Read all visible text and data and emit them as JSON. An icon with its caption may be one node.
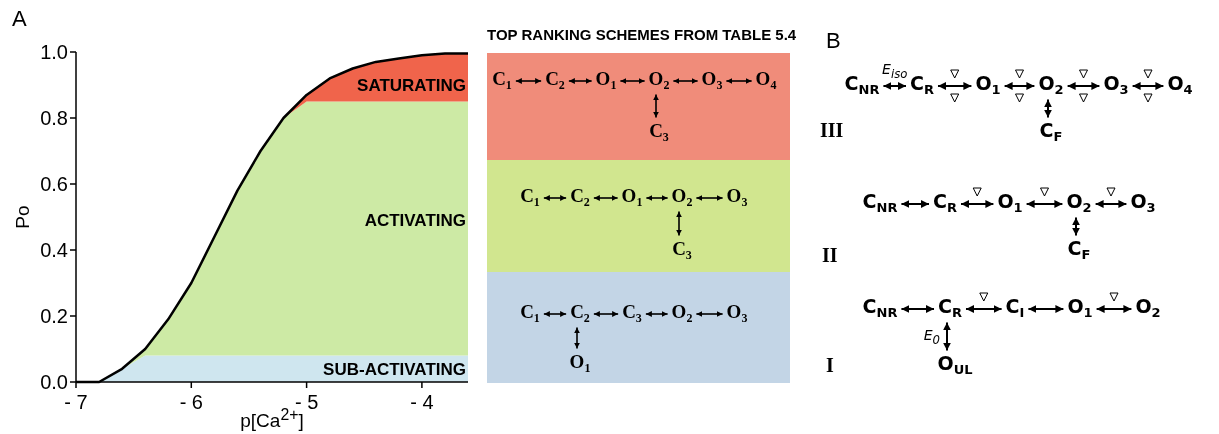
{
  "diagram": {
    "nodes": [
      {
        "text": [],
        "shape": "box"
      },
      {
        "text": [
          "C$_{1}$"
        ],
        "in": 0
      },
      {
        "text": [
          "C$_{2}$"
        ],
        "in": 0
      },
      {
        "text": [
          "O$_{1}$"
        ],
        "in": 0
      },
      {
        "text": [
          "O$_{2}$"
        ],
        "in": 0
      },
      {
        "text": [
          "O$_{3}$"
        ],
        "in": 0
      },
      {
        "text": [
          "O$_{4}$"
        ],
        "in": 0
      },
      {
        "text": [
          "C$_{3}$"
        ],
        "in": 0
      },
      {
        "text": [],
        "shape": "box"
      },
      {
        "text": [
          "C$_{1}$"
        ],
        "in": 8
      },
      {
        "text": [
          "C$_{2}$"
        ],
        "in": 8
      },
      {
        "text": [
          "O$_{1}$"
        ],
        "in": 8
      },
      {
        "text": [
          "O$_{2}$"
        ],
        "in": 8
      },
      {
        "text": [
          "O$_{3}$"
        ],
        "in": 8
      },
      {
        "text": [
          "C$_{3}$"
        ],
        "in": 8
      },
      {
        "text": [],
        "shape": "box"
      },
      {
        "text": [
          "C$_{1}$"
        ],
        "in": 15
      },
      {
        "text": [
          "C$_{2}$"
        ],
        "in": 15
      },
      {
        "text": [
          "C$_{3}$"
        ],
        "in": 15
      },
      {
        "text": [
          "O$_{2}$"
        ],
        "in": 15
      },
      {
        "text": [
          "O$_{3}$"
        ],
        "in": 15
      },
      {
        "text": [
          "O$_{1}$"
        ],
        "in": 15
      },
      {
        "text": [
          "C$_{NR}$"
        ]
      },
      {
        "text": [
          "C$_{R}$"
        ]
      },
      {
        "text": [
          "O$_{1}$"
        ]
      },
      {
        "text": [
          "O$_{2}$"
        ]
      },
      {
        "text": [
          "O$_{3}$"
        ]
      },
      {
        "text": [
          "O$_{4}$"
        ]
      },
      {
        "text": [
          "C$_{F}$"
        ]
      },
      {
        "text": [
          "C$_{NR}$"
        ]
      },
      {
        "text": [
          "C$_{R}$"
        ]
      },
      {
        "text": [
          "O$_{1}$"
        ]
      },
      {
        "text": [
          "O$_{2}$"
        ]
      },
      {
        "text": [
          "O$_{3}$"
        ]
      },
      {
        "text": [
          "C$_{F}$"
        ]
      },
      {
        "text": [
          "C$_{NR}$"
        ]
      },
      {
        "text": [
          "C$_{R}$"
        ]
      },
      {
        "text": [
          "C$_{I}$"
        ]
      },
      {
        "text": [
          "O$_{1}$"
        ]
      },
      {
        "text": [
          "O$_{2}$"
        ]
      },
      {
        "text": [
          "O$_{UL}$"
        ]
      }
    ],
    "edges": [
      {
        "from": 1,
        "to": 2,
        "arrow": "both"
      },
      {
        "from": 2,
        "to": 3,
        "arrow": "both"
      },
      {
        "from": 3,
        "to": 4,
        "arrow": "both"
      },
      {
        "from": 4,
        "to": 5,
        "arrow": "both"
      },
      {
        "from": 5,
        "to": 6,
        "arrow": "both"
      },
      {
        "from": 4,
        "to": 7,
        "arrow": "both"
      },
      {
        "from": 9,
        "to": 10,
        "arrow": "both"
      },
      {
        "from": 10,
        "to": 11,
        "arrow": "both"
      },
      {
        "from": 11,
        "to": 12,
        "arrow": "both"
      },
      {
        "from": 12,
        "to": 13,
        "arrow": "both"
      },
      {
        "from": 12,
        "to": 14,
        "arrow": "both"
      },
      {
        "from": 16,
        "to": 17,
        "arrow": "both"
      },
      {
        "from": 17,
        "to": 18,
        "arrow": "both"
      },
      {
        "from": 18,
        "to": 19,
        "arrow": "both"
      },
      {
        "from": 19,
        "to": 20,
        "arrow": "both"
      },
      {
        "from": 17,
        "to": 21,
        "arrow": "both"
      },
      {
        "from": 22,
        "to": 23,
        "arrow": "both",
        "label": "E$_{iso}$"
      },
      {
        "from": 23,
        "to": 24,
        "arrow": "both"
      },
      {
        "from": 24,
        "to": 25,
        "arrow": "both"
      },
      {
        "from": 25,
        "to": 26,
        "arrow": "both"
      },
      {
        "from": 26,
        "to": 27,
        "arrow": "both"
      },
      {
        "from": 25,
        "to": 28,
        "arrow": "both"
      },
      {
        "from": 29,
        "to": 30,
        "arrow": "both"
      },
      {
        "from": 30,
        "to": 31,
        "arrow": "both"
      },
      {
        "from": 31,
        "to": 32,
        "arrow": "both"
      },
      {
        "from": 32,
        "to": 33,
        "arrow": "both"
      },
      {
        "from": 32,
        "to": 34,
        "arrow": "both"
      },
      {
        "from": 35,
        "to": 36,
        "arrow": "both"
      },
      {
        "from": 36,
        "to": 37,
        "arrow": "both"
      },
      {
        "from": 37,
        "to": 38,
        "arrow": "both"
      },
      {
        "from": 38,
        "to": 39,
        "arrow": "both"
      },
      {
        "from": 36,
        "to": 40,
        "arrow": "both",
        "label": "E$_{0}$"
      }
    ],
    "labels": [
      "A",
      "TOP RANKING SCHEMES FROM TABLE 5.4",
      "B",
      "III",
      "II",
      "I"
    ],
    "chart_data": {
      "type": "area",
      "xlabel": "p[Ca$^{2+}$]",
      "ylabel": "Po",
      "x": [
        -7.0,
        -6.8,
        -6.6,
        -6.4,
        -6.2,
        -6.0,
        -5.8,
        -5.6,
        -5.4,
        -5.2,
        -5.0,
        -4.8,
        -4.6,
        -4.4,
        -4.2,
        -4.0,
        -3.8,
        -3.6
      ],
      "stacked": true,
      "series": [
        {
          "name": "SUB-ACTIVATING",
          "color": "#cfe6ef",
          "values": [
            0,
            0,
            0.04,
            0.08,
            0.08,
            0.08,
            0.08,
            0.08,
            0.08,
            0.08,
            0.08,
            0.08,
            0.08,
            0.08,
            0.08,
            0.08,
            0.08,
            0.08
          ]
        },
        {
          "name": "ACTIVATING",
          "color": "#cdeaa5",
          "values": [
            0,
            0,
            0,
            0.02,
            0.11,
            0.22,
            0.36,
            0.5,
            0.62,
            0.72,
            0.77,
            0.77,
            0.77,
            0.77,
            0.77,
            0.77,
            0.77,
            0.77
          ]
        },
        {
          "name": "SATURATING",
          "color": "#f0644b",
          "values": [
            0,
            0,
            0,
            0,
            0,
            0,
            0,
            0,
            0,
            0,
            0.02,
            0.07,
            0.1,
            0.12,
            0.13,
            0.14,
            0.145,
            0.145
          ]
        }
      ],
      "xlim": [
        -7,
        -3.6
      ],
      "ylim": [
        0,
        1
      ],
      "xticks": [
        {
          "value": -7,
          "label": "- 7"
        },
        {
          "value": -6,
          "label": "- 6"
        },
        {
          "value": -5,
          "label": "- 5"
        },
        {
          "value": -4,
          "label": "- 4"
        }
      ],
      "yticks": [
        {
          "value": 0,
          "label": "0.0"
        },
        {
          "value": 0.2,
          "label": "0.2"
        },
        {
          "value": 0.4,
          "label": "0.4"
        },
        {
          "value": 0.6,
          "label": "0.6"
        },
        {
          "value": 0.8,
          "label": "0.8"
        },
        {
          "value": 1,
          "label": "1.0"
        }
      ]
    }
  }
}
